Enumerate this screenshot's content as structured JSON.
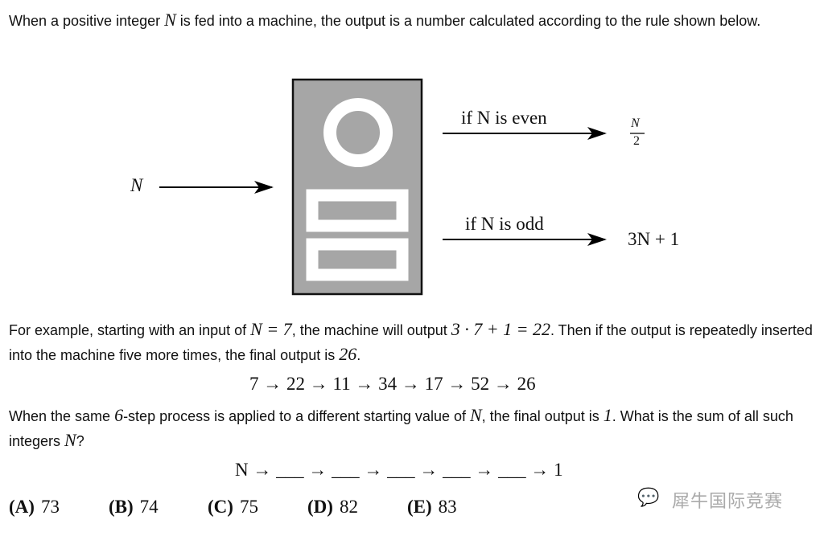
{
  "intro": {
    "before": "When a positive integer ",
    "var": "N",
    "after": " is fed into a machine, the output is a number calculated according to the rule shown below."
  },
  "diagram": {
    "input": "N",
    "even_label": "if N is even",
    "even_output_num": "N",
    "even_output_den": "2",
    "odd_label": "if N is odd",
    "odd_output": "3N + 1"
  },
  "example": {
    "text1": "For example, starting with an input of ",
    "math1": "N = 7",
    "text2": ", the machine will output ",
    "math2": "3 · 7 + 1 = 22",
    "text3": ". Then if the output is repeatedly inserted into the machine five more times, the final output is ",
    "math3": "26",
    "text4": "."
  },
  "sequence": "7 → 22 → 11 → 34 → 17 → 52 → 26",
  "question": {
    "text1": "When the same ",
    "math1": "6",
    "text2": "-step process is applied to a different starting value of ",
    "math2": "N",
    "text3": ", the final output is ",
    "math3": "1",
    "text4": ". What is the sum of all such integers ",
    "math4": "N",
    "text5": "?"
  },
  "chain": "N → ___ → ___ → ___ → ___ → ___ → 1",
  "answers": [
    {
      "label": "(A)",
      "value": "73"
    },
    {
      "label": "(B)",
      "value": "74"
    },
    {
      "label": "(C)",
      "value": "75"
    },
    {
      "label": "(D)",
      "value": "82"
    },
    {
      "label": "(E)",
      "value": "83"
    }
  ],
  "watermark": "犀牛国际竞赛"
}
